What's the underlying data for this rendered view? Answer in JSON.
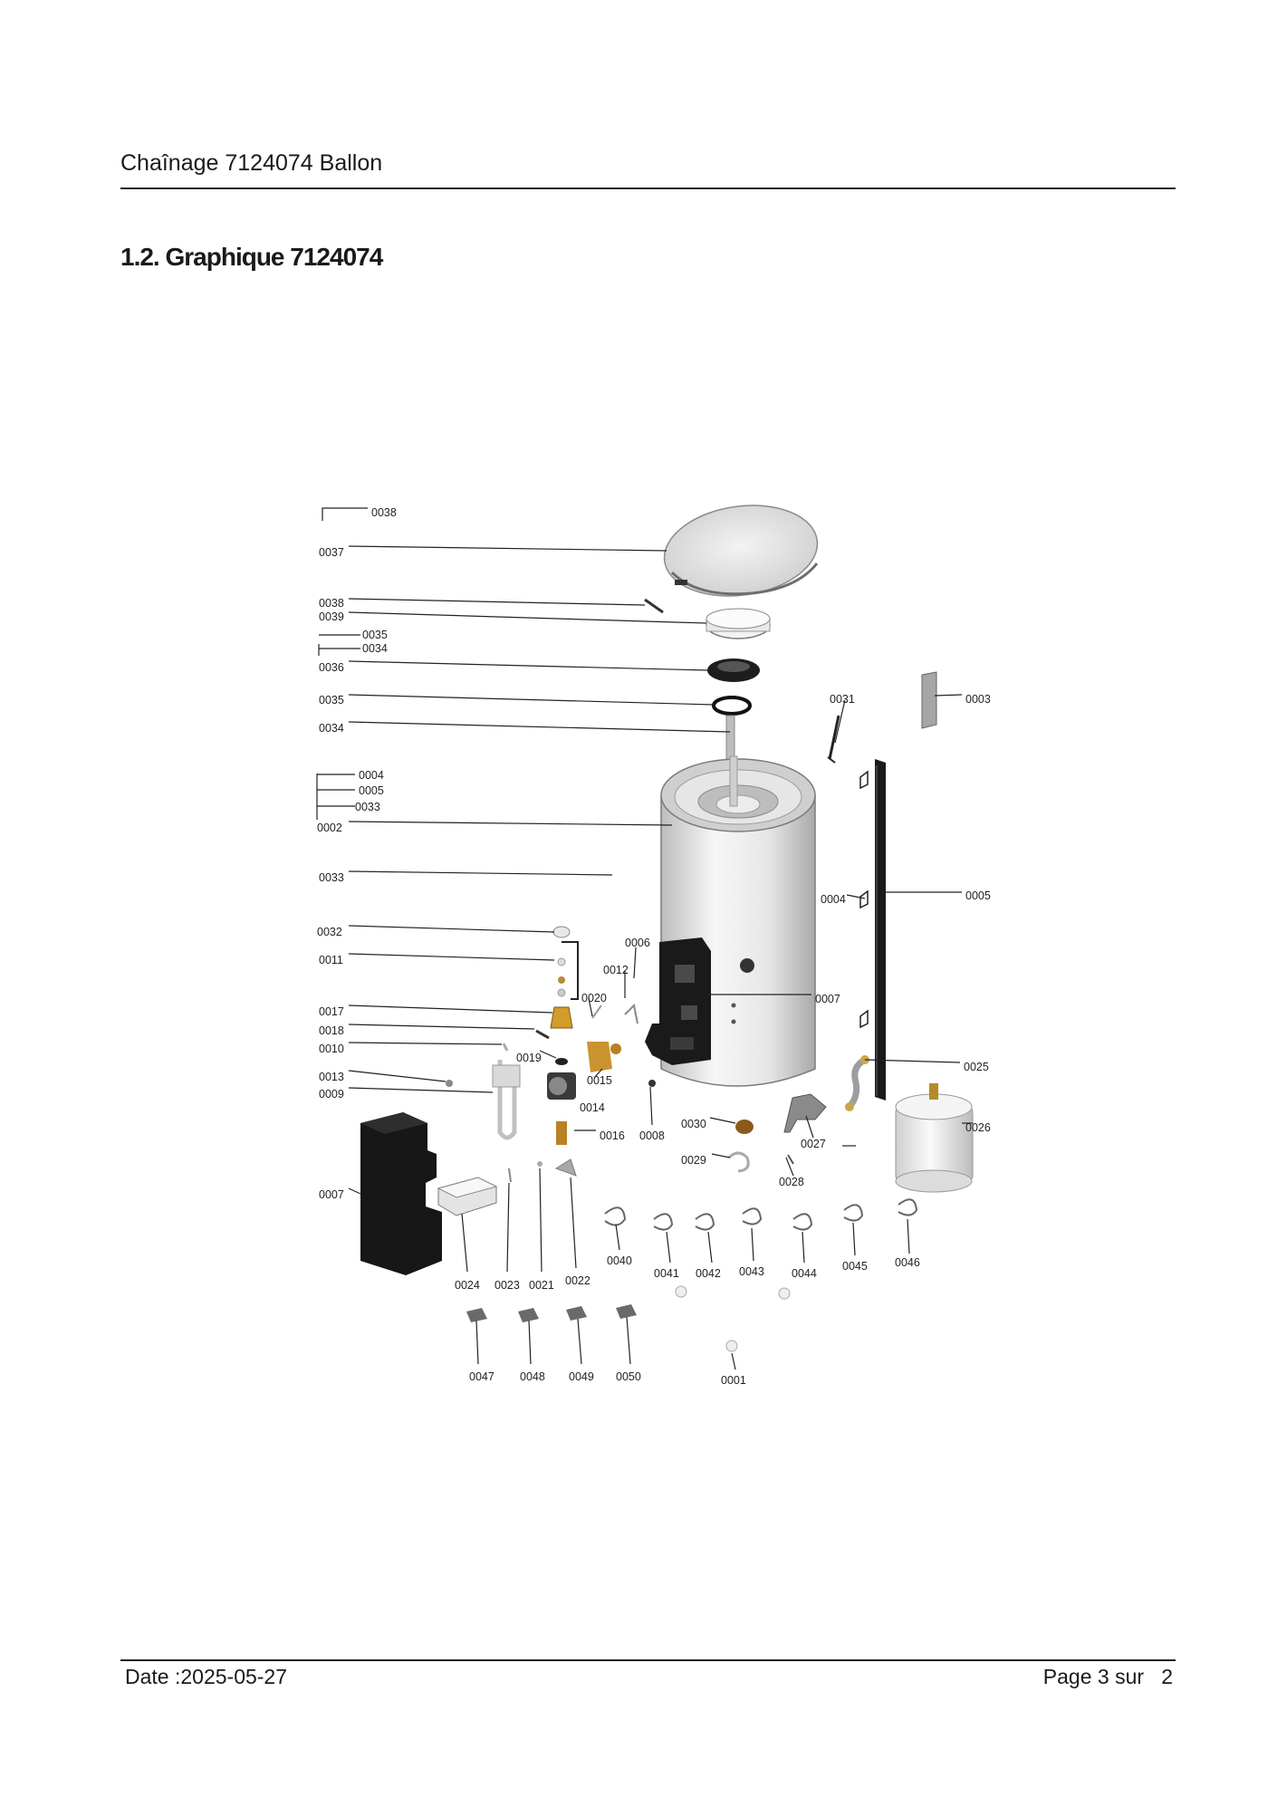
{
  "header": {
    "title": "Chaînage 7124074 Ballon"
  },
  "section": {
    "title": "1.2. Graphique 7124074"
  },
  "diagram": {
    "labels": {
      "p0038_top": "0038",
      "p0037": "0037",
      "p0038": "0038",
      "p0039": "0039",
      "p0035_a": "0035",
      "p0034_a": "0034",
      "p0036": "0036",
      "p0035": "0035",
      "p0034": "0034",
      "p0004_a": "0004",
      "p0005_a": "0005",
      "p0033_a": "0033",
      "p0002": "0002",
      "p0033": "0033",
      "p0032": "0032",
      "p0011": "0011",
      "p0017": "0017",
      "p0018": "0018",
      "p0010": "0010",
      "p0013": "0013",
      "p0009": "0009",
      "p0007_l": "0007",
      "p0031": "0031",
      "p0003": "0003",
      "p0004": "0004",
      "p0005": "0005",
      "p0007": "0007",
      "p0025": "0025",
      "p0026": "0026",
      "p0027": "0027",
      "p0028": "0028",
      "p0029": "0029",
      "p0030": "0030",
      "p0006": "0006",
      "p0012": "0012",
      "p0020": "0020",
      "p0019": "0019",
      "p0015": "0015",
      "p0014": "0014",
      "p0016": "0016",
      "p0008": "0008",
      "p0024": "0024",
      "p0023": "0023",
      "p0021": "0021",
      "p0022": "0022",
      "p0040": "0040",
      "p0041": "0041",
      "p0042": "0042",
      "p0043": "0043",
      "p0044": "0044",
      "p0045": "0045",
      "p0046": "0046",
      "p0047": "0047",
      "p0048": "0048",
      "p0049": "0049",
      "p0050": "0050",
      "p0001": "0001"
    }
  },
  "footer": {
    "date": "Date :2025-05-27",
    "page_label": "Page 3 sur",
    "page_total": "2"
  }
}
